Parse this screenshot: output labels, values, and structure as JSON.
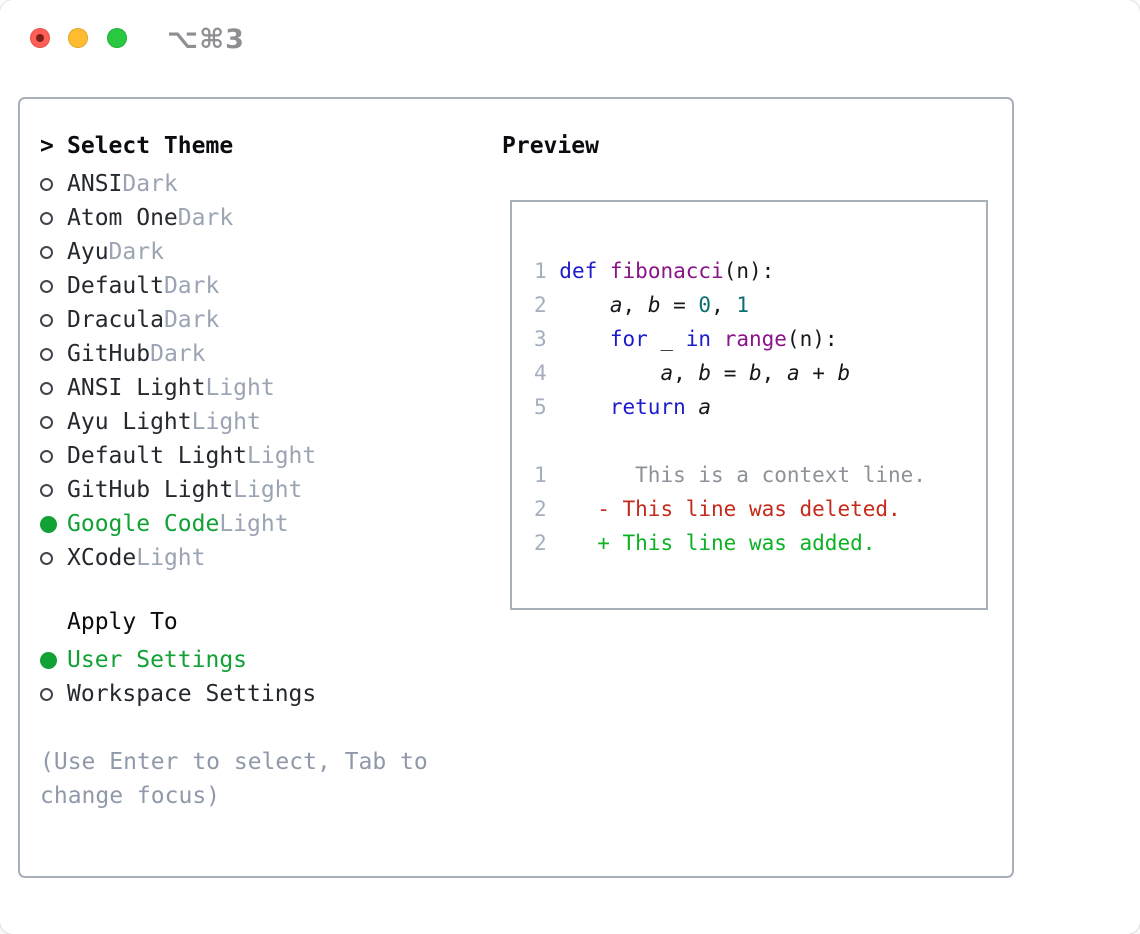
{
  "titlebar": {
    "shortcut": "⌥⌘3",
    "buttons": [
      "close",
      "minimize",
      "zoom"
    ]
  },
  "theme_panel": {
    "title_prefix": ">",
    "title": "Select Theme",
    "themes": [
      {
        "name": "ANSI",
        "variant": "Dark",
        "selected": false
      },
      {
        "name": "Atom One",
        "variant": "Dark",
        "selected": false
      },
      {
        "name": "Ayu",
        "variant": "Dark",
        "selected": false
      },
      {
        "name": "Default",
        "variant": "Dark",
        "selected": false
      },
      {
        "name": "Dracula",
        "variant": "Dark",
        "selected": false
      },
      {
        "name": "GitHub",
        "variant": "Dark",
        "selected": false
      },
      {
        "name": "ANSI Light",
        "variant": "Light",
        "selected": false
      },
      {
        "name": "Ayu Light",
        "variant": "Light",
        "selected": false
      },
      {
        "name": "Default Light",
        "variant": "Light",
        "selected": false
      },
      {
        "name": "GitHub Light",
        "variant": "Light",
        "selected": false
      },
      {
        "name": "Google Code",
        "variant": "Light",
        "selected": true
      },
      {
        "name": "XCode",
        "variant": "Light",
        "selected": false
      }
    ],
    "apply_to": {
      "title": "Apply To",
      "options": [
        {
          "label": "User Settings",
          "selected": true
        },
        {
          "label": "Workspace Settings",
          "selected": false
        }
      ]
    },
    "help": [
      "(Use Enter to select, Tab to",
      "change focus)"
    ]
  },
  "preview": {
    "title": "Preview",
    "lines": [
      {
        "n": "1",
        "spans": [
          [
            "def",
            "kw"
          ],
          [
            " ",
            "pl"
          ],
          [
            "fibonacci",
            "fn"
          ],
          [
            "(n):",
            "pl"
          ]
        ]
      },
      {
        "n": "2",
        "spans": [
          [
            "    ",
            "pl"
          ],
          [
            "a",
            "vr"
          ],
          [
            ", ",
            "pl"
          ],
          [
            "b",
            "vr"
          ],
          [
            " = ",
            "pl"
          ],
          [
            "0",
            "nm"
          ],
          [
            ", ",
            "pl"
          ],
          [
            "1",
            "nm"
          ]
        ]
      },
      {
        "n": "3",
        "spans": [
          [
            "    ",
            "pl"
          ],
          [
            "for",
            "kw"
          ],
          [
            " _ ",
            "pl"
          ],
          [
            "in",
            "kw"
          ],
          [
            " ",
            "pl"
          ],
          [
            "range",
            "fn"
          ],
          [
            "(n):",
            "pl"
          ]
        ]
      },
      {
        "n": "4",
        "spans": [
          [
            "        ",
            "pl"
          ],
          [
            "a",
            "vr"
          ],
          [
            ", ",
            "pl"
          ],
          [
            "b",
            "vr"
          ],
          [
            " = ",
            "pl"
          ],
          [
            "b",
            "vr"
          ],
          [
            ", ",
            "pl"
          ],
          [
            "a",
            "vr"
          ],
          [
            " + ",
            "pl"
          ],
          [
            "b",
            "vr"
          ]
        ]
      },
      {
        "n": "5",
        "spans": [
          [
            "    ",
            "pl"
          ],
          [
            "return",
            "kw"
          ],
          [
            " ",
            "pl"
          ],
          [
            "a",
            "vr"
          ]
        ]
      },
      {
        "n": "",
        "spans": []
      },
      {
        "n": "1",
        "spans": [
          [
            "      This is a context line.",
            "ctx"
          ]
        ]
      },
      {
        "n": "2",
        "spans": [
          [
            "   - This line was deleted.",
            "del"
          ]
        ]
      },
      {
        "n": "2",
        "spans": [
          [
            "   + This line was added.",
            "add"
          ]
        ]
      }
    ]
  },
  "colors": {
    "selected_green": "#11a135",
    "diff_added_green": "#0db224",
    "diff_deleted_red": "#c52a1a",
    "keyword_blue": "#1c1ccd",
    "function_purple": "#8a148a",
    "number_teal": "#0b6e70",
    "muted_gray": "#9aa4b3",
    "border_gray": "#a7afb9",
    "traffic_red": "#ff5f57",
    "traffic_yellow": "#febc2e",
    "traffic_green": "#28c840"
  }
}
